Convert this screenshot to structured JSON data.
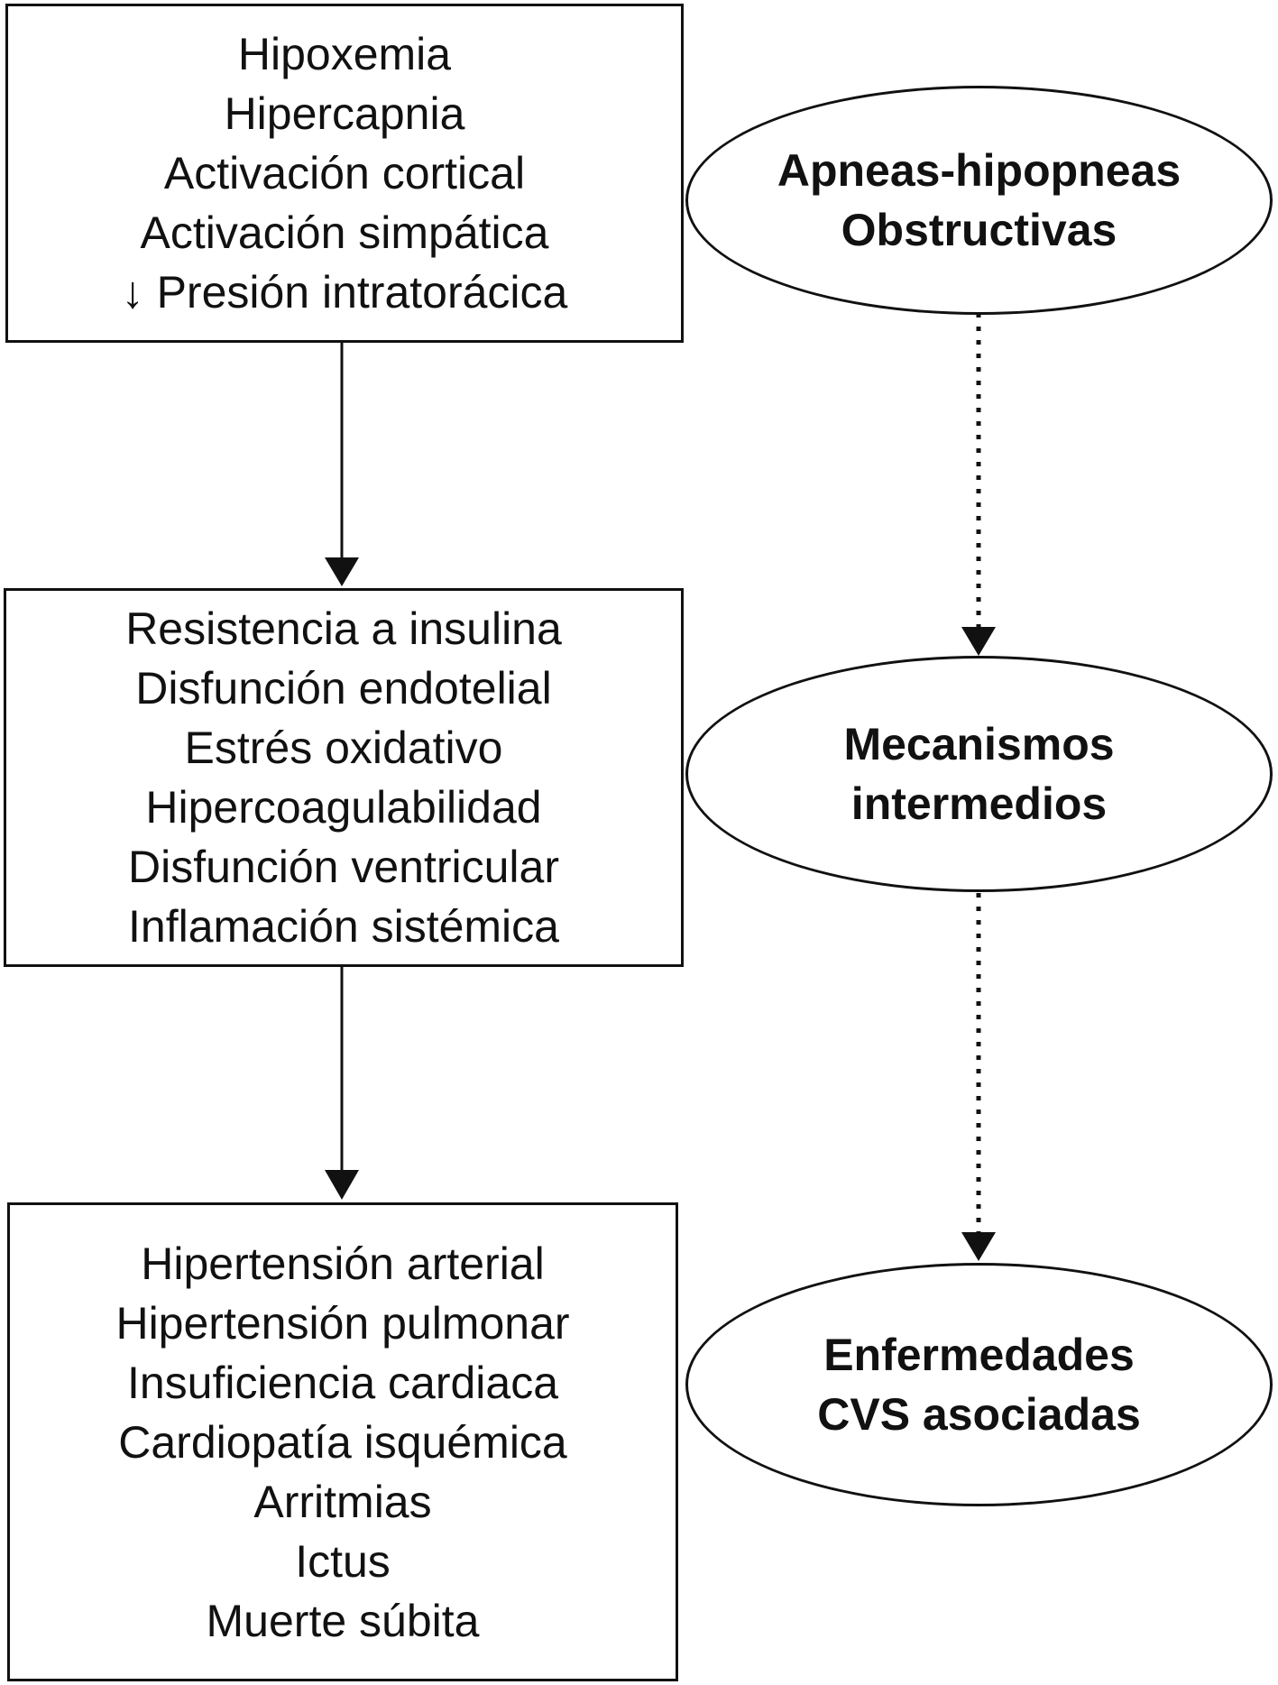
{
  "left_boxes": [
    {
      "lines": [
        "Hipoxemia",
        "Hipercapnia",
        "Activación cortical",
        "Activación simpática",
        "↓ Presión intratorácica"
      ]
    },
    {
      "lines": [
        "Resistencia a insulina",
        "Disfunción endotelial",
        "Estrés oxidativo",
        "Hipercoagulabilidad",
        "Disfunción ventricular",
        "Inflamación sistémica"
      ]
    },
    {
      "lines": [
        "Hipertensión arterial",
        "Hipertensión pulmonar",
        "Insuficiencia cardiaca",
        "Cardiopatía isquémica",
        "Arritmias",
        "Ictus",
        "Muerte súbita"
      ]
    }
  ],
  "right_ellipses": [
    {
      "lines": [
        "Apneas-hipopneas",
        "Obstructivas"
      ]
    },
    {
      "lines": [
        "Mecanismos",
        "intermedios"
      ]
    },
    {
      "lines": [
        "Enfermedades",
        "CVS asociadas"
      ]
    }
  ],
  "colors": {
    "stroke": "#111111",
    "background": "#ffffff"
  }
}
